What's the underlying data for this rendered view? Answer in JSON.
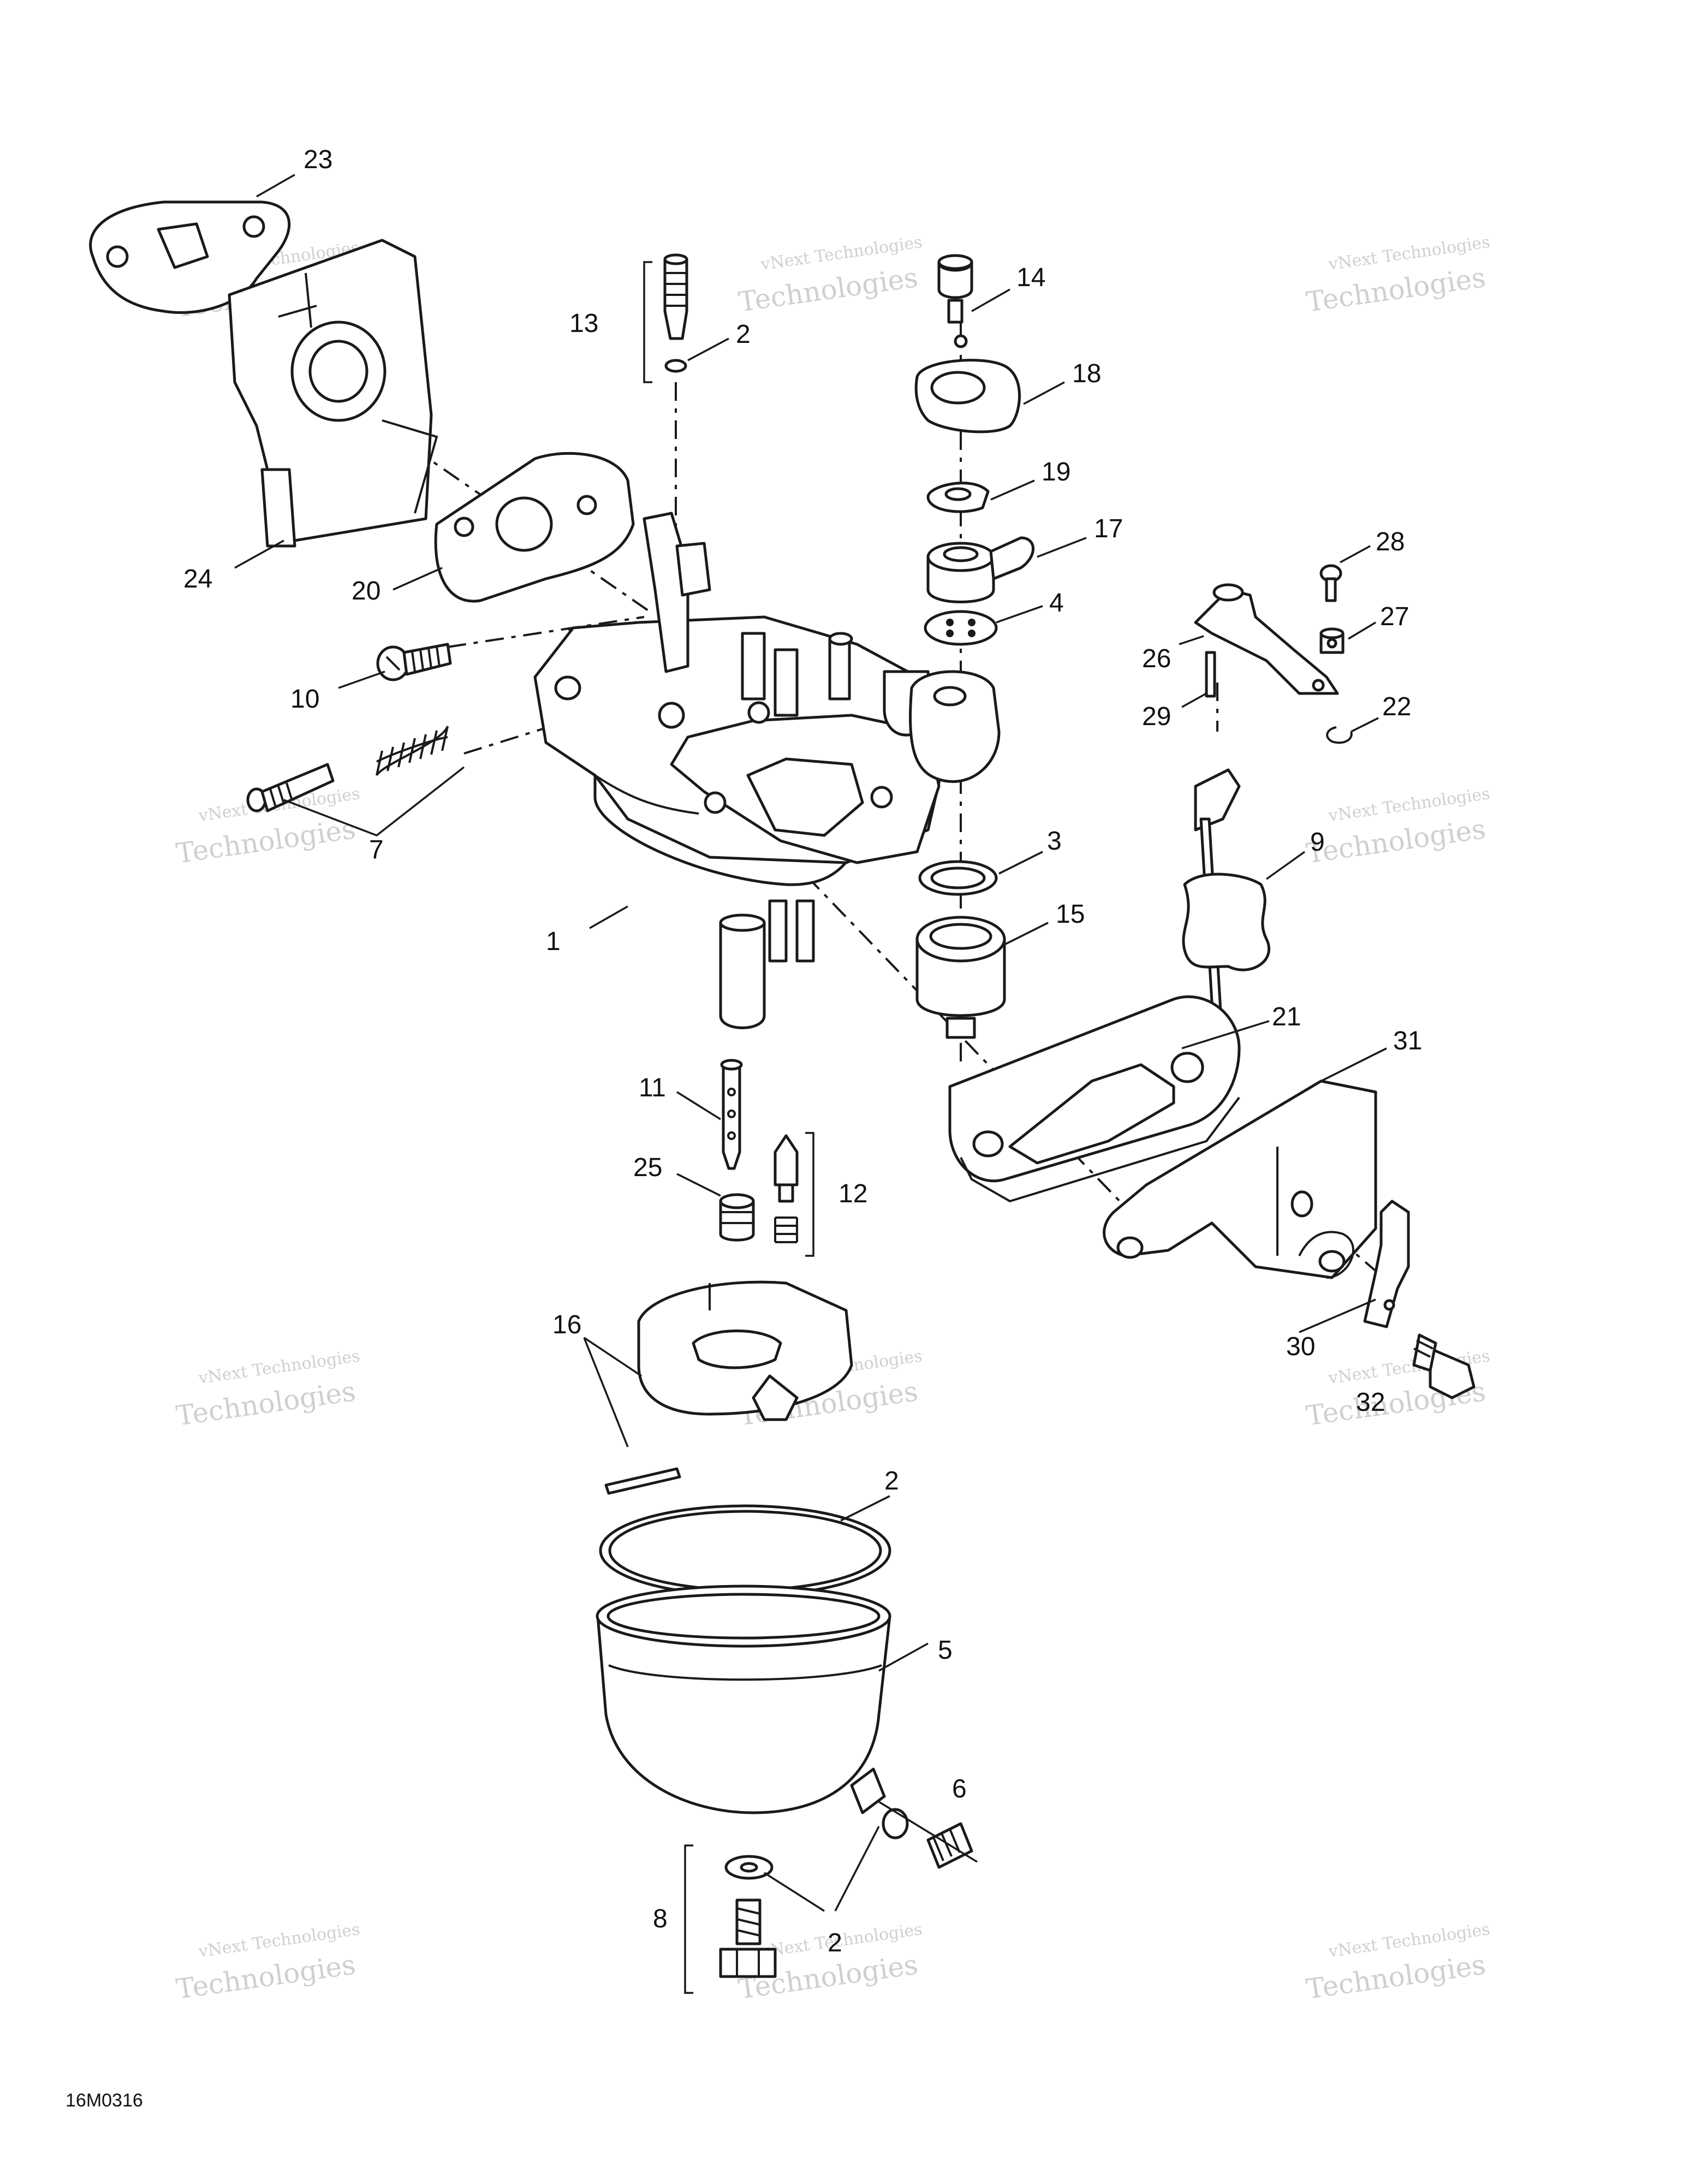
{
  "callouts": {
    "c1": "1",
    "c2a": "2",
    "c2b": "2",
    "c2c": "2",
    "c3": "3",
    "c4": "4",
    "c5": "5",
    "c6": "6",
    "c7": "7",
    "c8": "8",
    "c9": "9",
    "c10": "10",
    "c11": "11",
    "c12": "12",
    "c13": "13",
    "c14": "14",
    "c15": "15",
    "c16": "16",
    "c17": "17",
    "c18": "18",
    "c19": "19",
    "c20": "20",
    "c21": "21",
    "c22": "22",
    "c23": "23",
    "c24": "24",
    "c25": "25",
    "c26": "26",
    "c27": "27",
    "c28": "28",
    "c29": "29",
    "c30": "30",
    "c31": "31",
    "c32": "32"
  },
  "watermark": {
    "line1": "vNext Technologies",
    "line2": "Technologies"
  },
  "figure_code": "16M0316"
}
